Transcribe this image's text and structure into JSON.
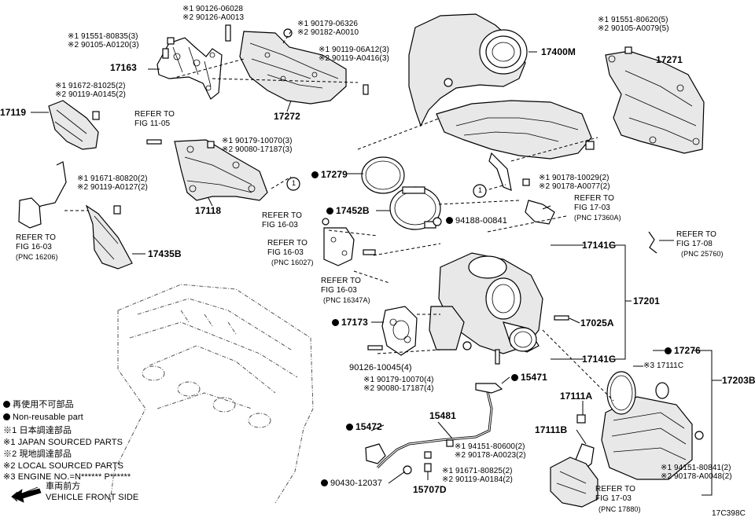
{
  "parts": {
    "p17400M": "17400M",
    "p17271": "17271",
    "p17163": "17163",
    "p17272": "17272",
    "p17119": "17119",
    "p17118": "17118",
    "p17279": "17279",
    "p17452B": "17452B",
    "p17435B": "17435B",
    "p17141G_a": "17141G",
    "p17141G_b": "17141G",
    "p17201": "17201",
    "p17173": "17173",
    "p17025A": "17025A",
    "p17276": "17276",
    "p17111C": "17111C",
    "p17203B": "17203B",
    "p15471": "15471",
    "p15481": "15481",
    "p17111A": "17111A",
    "p17111B": "17111B",
    "p15472": "15472",
    "p15707D": "15707D",
    "p90430": "90430-12037",
    "p94188": "94188-00841",
    "p90126_10045": "90126-10045(4)"
  },
  "callouts": {
    "c_top1_a": "※1 90126-06028",
    "c_top1_b": "※2 90126-A0013",
    "c_top2_a": "※1 90179-06326",
    "c_top2_b": "※2 90182-A0010",
    "c_left1_a": "※1 91551-80835(3)",
    "c_left1_b": "※2 90105-A0120(3)",
    "c_mid1_a": "※1 90119-06A12(3)",
    "c_mid1_b": "※2 90119-A0416(3)",
    "c_tr_a": "※1 91551-80620(5)",
    "c_tr_b": "※2 90105-A0079(5)",
    "c_l2_a": "※1 91672-81025(2)",
    "c_l2_b": "※2 90119-A0145(2)",
    "c_m2_a": "※1 90179-10070(3)",
    "c_m2_b": "※2 90080-17187(3)",
    "c_l3_a": "※1 91671-80820(2)",
    "c_l3_b": "※2 90119-A0127(2)",
    "c_r2_a": "※1 90178-10029(2)",
    "c_r2_b": "※2 90178-A0077(2)",
    "c_m3_a": "※1 90179-10070(4)",
    "c_m3_b": "※2 90080-17187(4)",
    "c_b1_a": "※1 94151-80600(2)",
    "c_b1_b": "※2 90178-A0023(2)",
    "c_b2_a": "※1 91671-80825(2)",
    "c_b2_b": "※2 90119-A0184(2)",
    "c_b3_a": "※1 94151-80841(2)",
    "c_b3_b": "※2 90178-A0048(2)",
    "c_17111C": "※3 17111C"
  },
  "refs": {
    "r1_a": "REFER TO",
    "r1_b": "FIG 11-05",
    "r2_a": "REFER TO",
    "r2_b": "FIG 16-03",
    "r2_c": "(PNC 16206)",
    "r3_a": "REFER TO",
    "r3_b": "FIG 17-03",
    "r3_c": "(PNC 17360A)",
    "r4_a": "REFER TO",
    "r4_b": "FIG 16-03",
    "r5_a": "REFER TO",
    "r5_b": "FIG 16-03",
    "r5_c": "(PNC 16027)",
    "r6_a": "REFER TO",
    "r6_b": "FIG 16-03",
    "r6_c": "(PNC 16347A)",
    "r7_a": "REFER TO",
    "r7_b": "FIG 17-08",
    "r7_c": "(PNC 25760)",
    "r8_a": "REFER TO",
    "r8_b": "FIG 17-03",
    "r8_c": "(PNC 17880)"
  },
  "circle_marks": {
    "m1": "1",
    "m2": "1"
  },
  "legend": {
    "l1": "再使用不可部品",
    "l2": "Non-reusable part",
    "l3": "※1 日本調達部品",
    "l4": "※1 JAPAN SOURCED PARTS",
    "l5": "※2 現地調達部品",
    "l6": "※2 LOCAL SOURCED PARTS",
    "l7": "※3 ENGINE NO.=N****** P******",
    "l8": "車両前方",
    "l9": "VEHICLE FRONT SIDE"
  },
  "figure_code": "17C398C"
}
